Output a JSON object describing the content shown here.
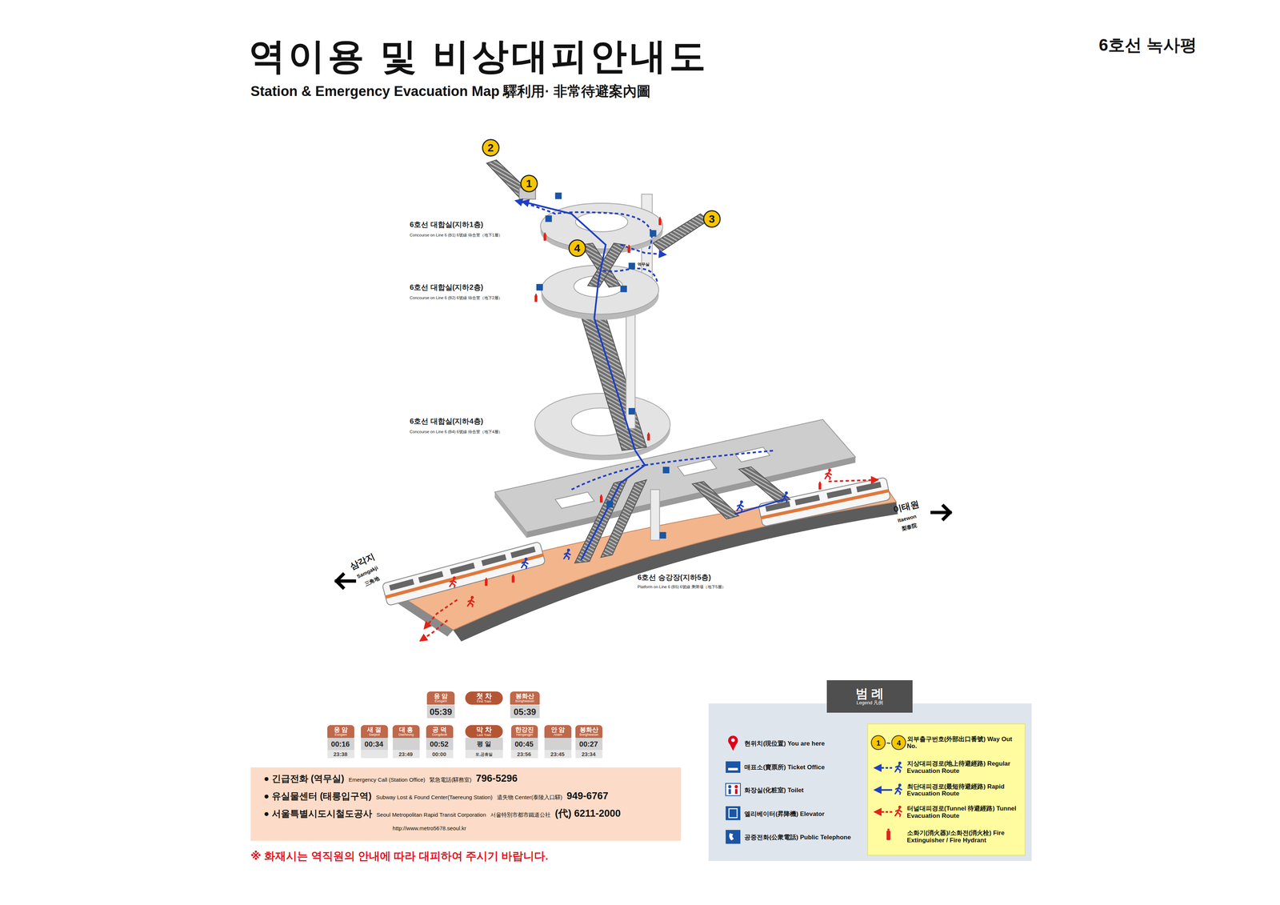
{
  "diagram": {
    "title": "역이용 및 비상대피안내도",
    "nodes": [
      {
        "text": [
          "2"
        ]
      },
      {
        "text": [
          "1"
        ]
      },
      {
        "text": [
          "3"
        ]
      },
      {
        "text": [
          "4"
        ]
      },
      {
        "text": [
          "응 암",
          "Eungam"
        ]
      },
      {
        "text": [
          "첫 차",
          "First Train"
        ]
      },
      {
        "text": [
          "봉화산",
          "Bonghwasan"
        ]
      },
      {
        "text": [
          "응 암",
          "Eungam"
        ]
      },
      {
        "text": [
          "새 절",
          "Saejeol"
        ]
      },
      {
        "text": [
          "대 흥",
          "Daeheung"
        ]
      },
      {
        "text": [
          "공 덕",
          "Gongdeok"
        ]
      },
      {
        "text": [
          "막 차",
          "Last Train"
        ]
      },
      {
        "text": [
          "한강진",
          "Hangangjin"
        ]
      },
      {
        "text": [
          "안 암",
          "Anam"
        ]
      },
      {
        "text": [
          "봉화산",
          "Bonghwasan"
        ]
      },
      {
        "text": [
          "● 긴급전화 (역무실)",
          "Emergency Call (Station Office)",
          "緊急電話(驛務室)",
          "796-5296",
          "● 유실물센터 (태릉입구역)",
          "Subway Lost & Found Center(Taereung Station)",
          "遺失物 Center(泰陵入口驛)",
          "949-6767",
          "● 서울특별시도시철도공사",
          "Seoul Metropolitan Rapid Transit Corporation",
          "서울特別市都市鐵道公社",
          "(代) 6211-2000",
          "http://www.metro5678.seoul.kr"
        ]
      },
      {
        "text": [
          "범 례",
          "Legend 凡例"
        ]
      }
    ],
    "labels": [
      "Station & Emergency Evacuation Map 驛利用· 非常待避案內圖",
      "6호선 녹사평",
      "6호선 대합실(지하1층)",
      "Concourse on Line 6 (B1) 6號線 待合室（地下1層）",
      "6호선 대합실(지하2층)",
      "Concourse on Line 6 (B2) 6號線 待合室（地下2層）",
      "역무실",
      "6호선 대합실(지하4층)",
      "Concourse on Line 6 (B4) 6號線 待合室（地下4層）",
      "삼각지",
      "Samgakji",
      "三角地",
      "이태원",
      "Itaewon",
      "梨泰院",
      "6호선 승강장(지하5층)",
      "Platform on Line 6 (B5) 6號線 乘降場（地下5層）",
      "05:39",
      "05:39",
      "00:16",
      "23:38",
      "00:34",
      "23:49",
      "00:52",
      "00:00",
      "평 일",
      "토,공휴일",
      "00:45",
      "23:56",
      "23:45",
      "00:27",
      "23:34",
      "※ 화재시는 역직원의 안내에 따라 대피하여 주시기 바랍니다.",
      "1",
      "~",
      "4"
    ],
    "legend": [
      {
        "text": "현위치(現位置) You are here"
      },
      {
        "text": "매표소(賣票所) Ticket Office"
      },
      {
        "text": "화장실(化粧室) Toilet"
      },
      {
        "text": "엘리베이터(昇降機) Elevator"
      },
      {
        "text": "공중전화(公衆電話) Public Telephone"
      },
      {
        "text": "외부출구번호(外部出口番號) Way Out No."
      },
      {
        "text": "지상대피경로(地上待避經路) Regular Evacuation Route"
      },
      {
        "text": "최단대피경로(最短待避經路) Rapid Evacuation Route"
      },
      {
        "text": "터널대피경로(Tunnel 待避經路) Tunnel Evacuation Route"
      },
      {
        "text": "소화기(消火器)/소화전(消火栓) Fire Extinguisher / Fire Hydrant"
      }
    ]
  }
}
